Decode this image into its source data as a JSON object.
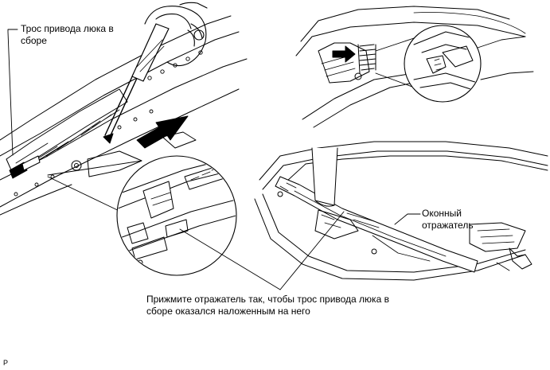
{
  "callouts": {
    "cable_assembly": {
      "line1": "Трос привода люка в",
      "line2": "сборе"
    },
    "window_reflector": {
      "line1": "Оконный",
      "line2": "отражатель"
    },
    "instruction": {
      "line1": "Прижмите отражатель так, чтобы трос привода люка в",
      "line2": "сборе оказался наложенным на него"
    }
  },
  "figure_code": "P",
  "colors": {
    "ink": "#000000",
    "paper": "#ffffff"
  },
  "icons": [
    "push-direction-arrow-icon",
    "spring-pointer-arrow-icon",
    "screwdriver-icon",
    "hand-icon",
    "detail-magnifier-circle"
  ]
}
